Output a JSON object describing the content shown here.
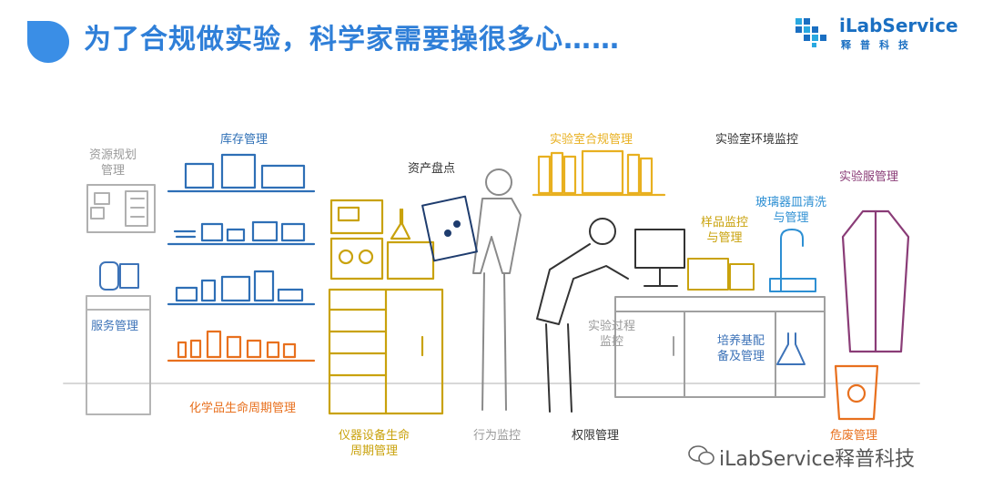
{
  "header": {
    "title": "为了合规做实验，科学家需要操很多心……",
    "logo_name": "iLabService",
    "logo_sub": "释普科技"
  },
  "labels": {
    "resource_planning": "资源规划\n管理",
    "inventory": "库存管理",
    "asset_count": "资产盘点",
    "compliance": "实验室合规管理",
    "env_monitor": "实验室环境监控",
    "gown": "实验服管理",
    "glassware": "玻璃器皿清洗\n与管理",
    "sample_monitor": "样品监控\n与管理",
    "service": "服务管理",
    "chem_lifecycle": "化学品生命周期管理",
    "instrument_lifecycle": "仪器设备生命\n周期管理",
    "behavior": "行为监控",
    "permission": "权限管理",
    "process_monitor": "实验过程\n监控",
    "media_prep": "培养基配\n备及管理",
    "hazard_waste": "危废管理"
  },
  "watermark": "iLabService释普科技",
  "colors": {
    "title_blue": "#2f7fd8",
    "inventory_blue": "#2e6fb6",
    "chem_orange": "#e8701e",
    "instrument_yellow": "#c9a20c",
    "gown_purple": "#8a3c77",
    "glass_blue": "#2d8fd3"
  }
}
